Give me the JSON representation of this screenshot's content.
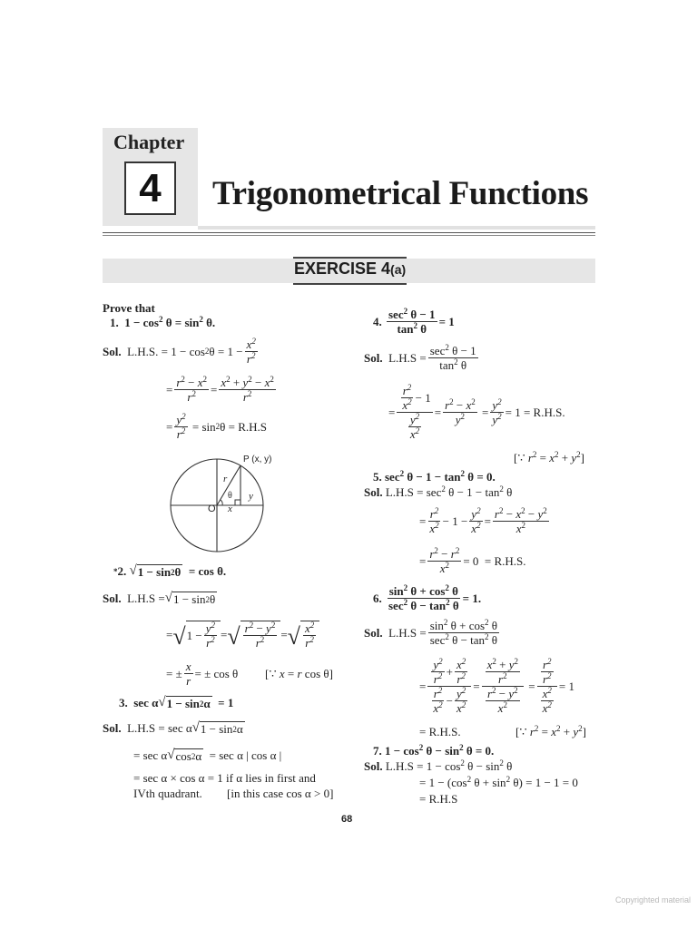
{
  "chapter": {
    "label": "Chapter",
    "number": "4",
    "title": "Trigonometrical Functions"
  },
  "exercise": {
    "title": "EXERCISE 4",
    "suffix": "(a)"
  },
  "intro": "Prove that",
  "problems": [
    {
      "number": "1.",
      "statement": "1 − cos² θ = sin² θ.",
      "solution": [
        "L.H.S. = 1 − cos² θ = 1 − x²/r²",
        "= (r² − x²)/r² = (x² + y² − x²)/r²",
        "= y²/r² = sin² θ = R.H.S"
      ]
    },
    {
      "number": "2.",
      "marker": "*",
      "statement": "√(1 − sin² θ) = cos θ.",
      "solution": [
        "L.H.S = √(1 − sin² θ)",
        "= √(1 − y²/r²) = √((r² − y²)/r²) = √(x²/r²)",
        "= ± x/r = ± cos θ",
        "[∵ x = r cos θ]"
      ]
    },
    {
      "number": "3.",
      "statement": "sec α √(1 − sin² α) = 1",
      "solution": [
        "L.H.S = sec α √(1 − sin² α)",
        "= sec α √(cos² α) = sec α | cos α |",
        "= sec α × cos α = 1 if α lies in first and",
        "IVth quadrant.",
        "[in this case cos α > 0]"
      ]
    },
    {
      "number": "4.",
      "statement": "(sec² θ − 1)/tan² θ = 1",
      "solution": [
        "L.H.S = (sec² θ − 1)/tan² θ",
        "= (r²/x² − 1)/(y²/x²) = (r² − x²)/y² = y²/y² = 1 = R.H.S.",
        "[∵ r² = x² + y²]"
      ]
    },
    {
      "number": "5.",
      "statement": "sec² θ − 1 − tan² θ = 0.",
      "solution": [
        "L.H.S = sec² θ − 1 − tan² θ",
        "= r²/x² − 1 − y²/x² = (r² − x² − y²)/x²",
        "= (r² − r²)/x² = 0 = R.H.S."
      ]
    },
    {
      "number": "6.",
      "statement": "(sin² θ + cos² θ)/(sec² θ − tan² θ) = 1.",
      "solution": [
        "L.H.S = (sin² θ + cos² θ)/(sec² θ − tan² θ)",
        "= (y²/r² + x²/r²)/(r²/x² − y²/x²) = ((x² + y²)/r²)/((r² − y²)/x²) = (r²/r²)/(x²/x²) = 1",
        "= R.H.S.",
        "[∵ r² = x² + y²]"
      ]
    },
    {
      "number": "7.",
      "statement": "1 − cos² θ − sin² θ = 0.",
      "solution": [
        "L.H.S = 1 − cos² θ − sin² θ",
        "= 1 − (cos² θ + sin² θ) = 1 − 1 = 0",
        "= R.H.S"
      ]
    }
  ],
  "sol_label": "Sol.",
  "diagram": {
    "point_label": "P (x, y)",
    "origin_label": "O",
    "hyp_label": "r",
    "angle_label": "θ",
    "adj_label": "x",
    "opp_label": "y"
  },
  "footer": {
    "page_number": "68",
    "watermark": "Copyrighted material"
  }
}
